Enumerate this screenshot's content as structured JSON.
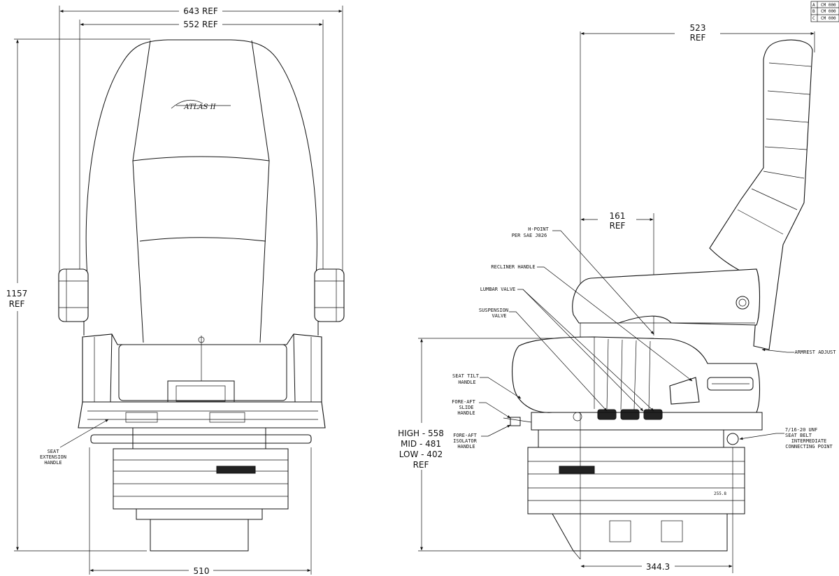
{
  "front_view": {
    "dim_overall_width": "643 REF",
    "dim_back_width": "552 REF",
    "dim_height": [
      "1157",
      "REF"
    ],
    "dim_base_width": "510",
    "logo_text": "ATLAS II",
    "callout_seat_extension": [
      "SEAT",
      "EXTENSION",
      "HANDLE"
    ]
  },
  "side_view": {
    "dim_depth": [
      "523",
      "REF"
    ],
    "dim_hpoint": [
      "161",
      "REF"
    ],
    "dim_heights": [
      "HIGH - 558",
      "MID - 481",
      "LOW - 402",
      "REF"
    ],
    "dim_base_depth": "344.3",
    "dim_small": "255.8",
    "callouts": {
      "h_point": [
        "H-POINT",
        "PER SAE J826"
      ],
      "recliner": [
        "RECLINER HANDLE"
      ],
      "lumbar": [
        "LUMBAR VALVE"
      ],
      "suspension": [
        "SUSPENSION",
        "VALVE"
      ],
      "seat_tilt": [
        "SEAT TILT",
        "HANDLE"
      ],
      "fore_aft_slide": [
        "FORE-AFT",
        "SLIDE",
        "HANDLE"
      ],
      "fore_aft_isolator": [
        "FORE-AFT",
        "ISOLATOR",
        "HANDLE"
      ],
      "armrest": [
        "ARMREST ADJUST"
      ],
      "seat_belt": [
        "7/16-20 UNF",
        "SEAT BELT",
        "INTERMEDIATE",
        "CONNECTING POINT"
      ]
    }
  },
  "title_block": {
    "rows": [
      {
        "letter": "A",
        "value": "CM 000"
      },
      {
        "letter": "B",
        "value": "CM 000"
      },
      {
        "letter": "C",
        "value": "CM 000"
      }
    ]
  }
}
